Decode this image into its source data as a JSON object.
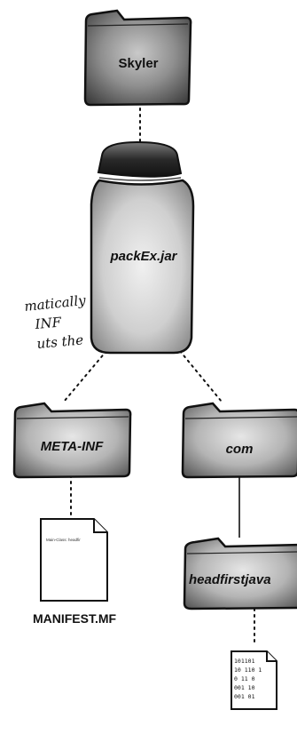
{
  "nodes": {
    "root_folder": {
      "label": "Skyler"
    },
    "jar": {
      "label": "packEx.jar"
    },
    "meta_folder": {
      "label": "META-INF"
    },
    "com_folder": {
      "label": "com"
    },
    "hf_folder": {
      "label": "headfirstjava"
    },
    "manifest_file": {
      "label": "MANIFEST.MF"
    },
    "class_file": {
      "label": ""
    }
  },
  "annotation": {
    "line1": "matically",
    "line2": "INF",
    "line3": "uts the"
  },
  "manifest_page": {
    "text": "Main-Class: headfir"
  },
  "class_page": {
    "lines": [
      "101101",
      "10 110 1",
      "0 11 0",
      "001 10",
      "001 01"
    ]
  },
  "colors": {
    "folder_dark": "#4a4a4a",
    "folder_mid": "#8a8a8a",
    "folder_light": "#d9d9d9",
    "ink": "#111111"
  }
}
